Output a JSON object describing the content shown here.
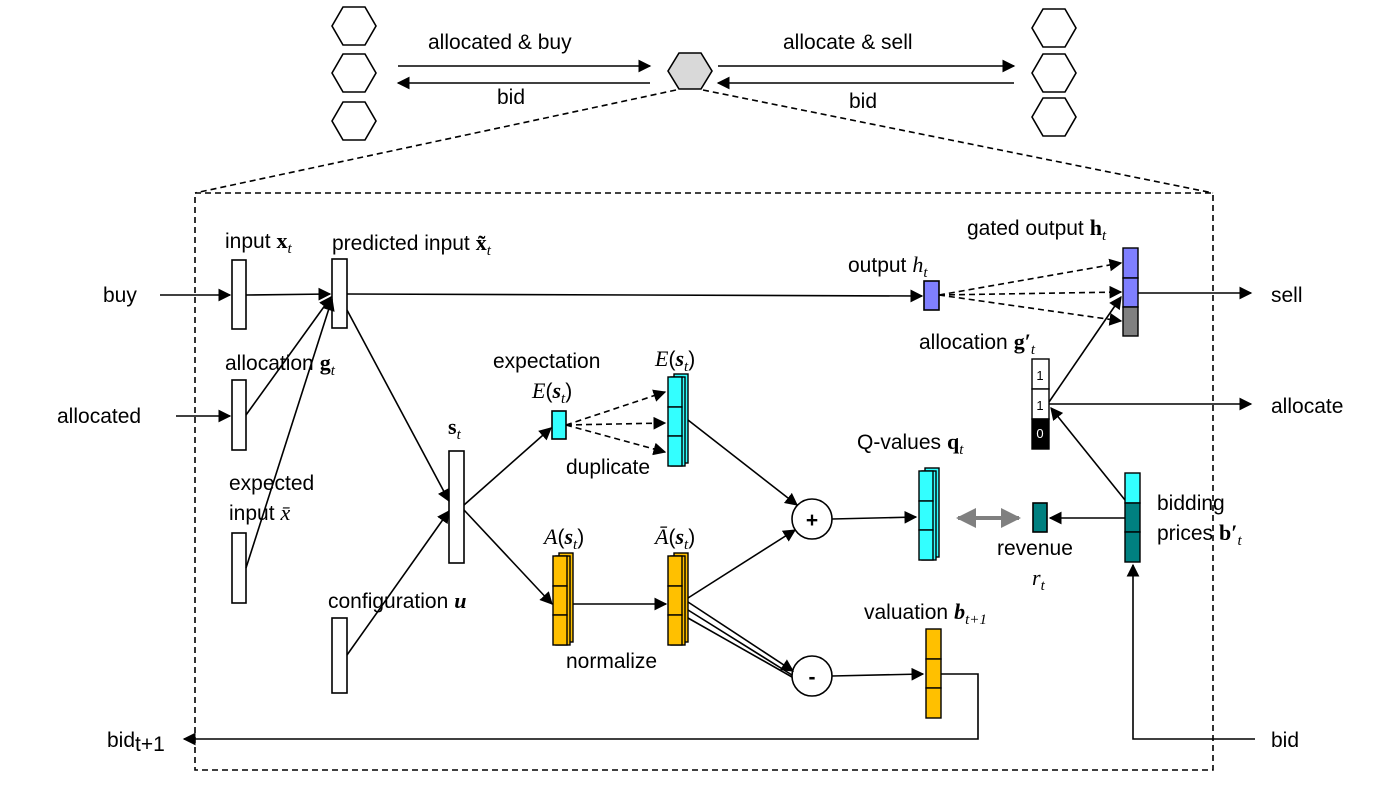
{
  "colors": {
    "cyan": "#33ffff",
    "orange": "#ffc000",
    "blue": "#7f7fff",
    "teal": "#008080",
    "gray": "#808080",
    "black": "#000000",
    "hex_center": "#d9d9d9"
  },
  "top": {
    "allocated_buy": "allocated & buy",
    "allocate_sell": "allocate & sell",
    "bid": "bid"
  },
  "labels": {
    "buy": "buy",
    "allocated": "allocated",
    "sell": "sell",
    "allocate": "allocate",
    "bid_in": "bid",
    "bid_out_main": "bid",
    "bid_out_sub": "t+1",
    "input": "input",
    "predicted_input": "predicted input",
    "allocation": "allocation",
    "expected": "expected",
    "input2": "input",
    "configuration": "configuration",
    "expectation": "expectation",
    "duplicate": "duplicate",
    "normalize": "normalize",
    "output": "output",
    "gated_output": "gated output",
    "q_values": "Q-values",
    "revenue": "revenue",
    "bidding": "bidding",
    "prices": "prices",
    "valuation": "valuation"
  },
  "symbols": {
    "x_bold": "x",
    "x_tilde": "x̃",
    "g_bold": "g",
    "x_bar": "x̄",
    "u_bold": "u",
    "s_bold": "s",
    "t": "t",
    "E": "E",
    "A": "A",
    "A_bar": "Ā",
    "h": "h",
    "h_bold": "h",
    "g_prime": "g′",
    "q_bold": "q",
    "r": "r",
    "b_prime": "b′",
    "b_bold": "b",
    "t_plus_1": "t+1",
    "plus": "+",
    "minus": "-"
  },
  "allocation_cells": [
    "1",
    "1",
    "0"
  ]
}
